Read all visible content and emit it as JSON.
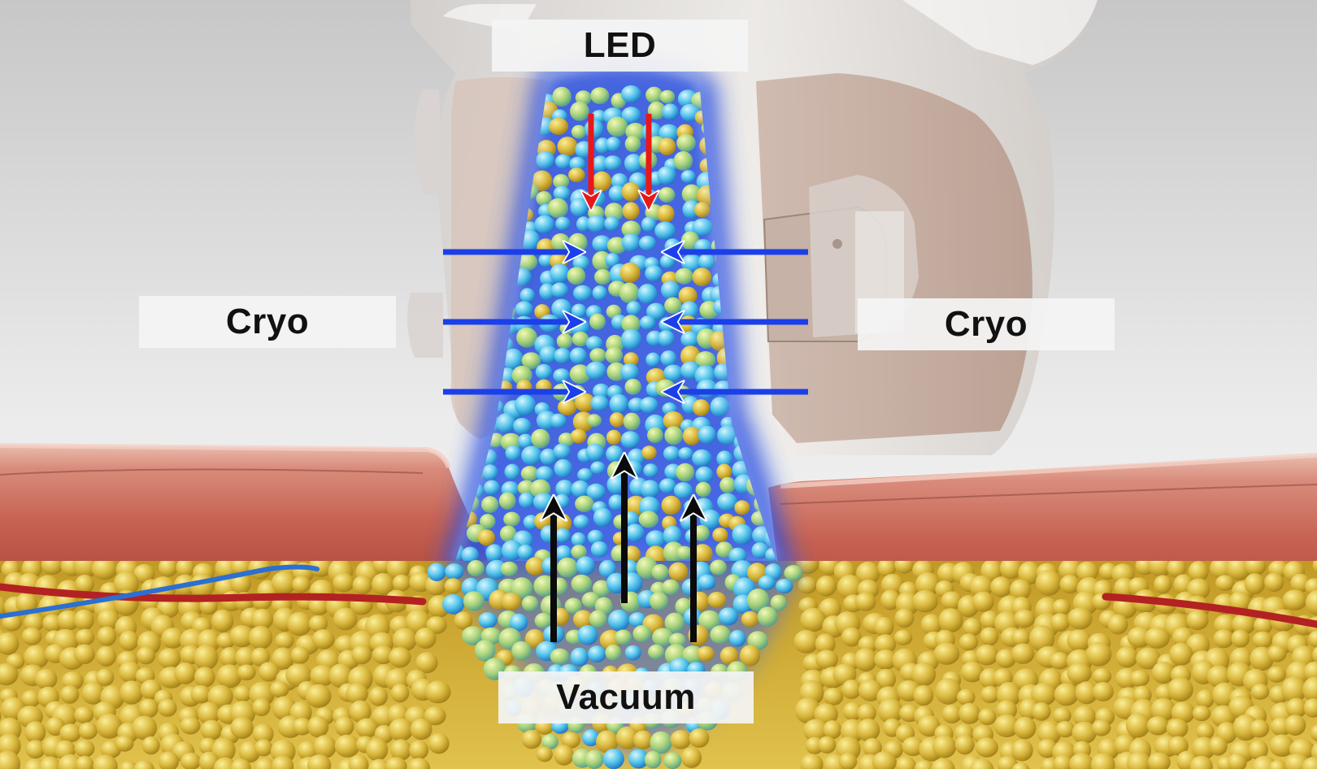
{
  "labels": {
    "led": "LED",
    "cryo_left": "Cryo",
    "cryo_right": "Cryo",
    "vacuum": "Vacuum"
  },
  "colors": {
    "background_top": "#c9c9c9",
    "background_bottom": "#f4f4f4",
    "skin": "#c9695c",
    "skin_surface": "#e7b6a6",
    "fat": "#d8b43a",
    "cooled_tissue": "#2a4fe0",
    "cryo_arrow": "#1b3fe8",
    "led_arrow": "#e81818",
    "vacuum_arrow": "#0a0a0a",
    "applicator": "#e6e2df"
  },
  "arrows": {
    "led_direction": "down",
    "cryo_direction": "inward",
    "vacuum_direction": "up"
  }
}
